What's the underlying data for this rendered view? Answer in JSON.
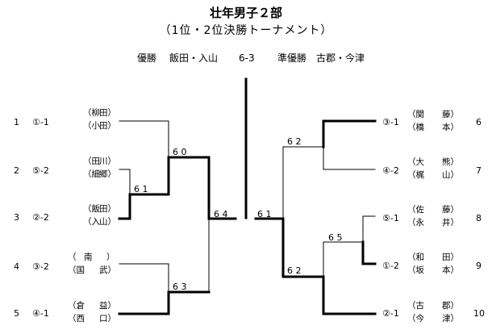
{
  "header": {
    "title": "壮年男子２部",
    "subtitle": "（1位・2位決勝トーナメント）"
  },
  "result": {
    "winner_label": "優勝",
    "winner": "飯田・入山",
    "final_score": "6-3",
    "runner_up_label": "準優勝",
    "runner_up": "古郡・今津"
  },
  "left_entries": [
    {
      "num": "1",
      "seed": "①-1",
      "p1_a": "（柳",
      "p1_b": "田）",
      "p2_a": "（小",
      "p2_b": "田）"
    },
    {
      "num": "2",
      "seed": "⑤-2",
      "p1_a": "（田",
      "p1_b": "川）",
      "p2_a": "（細",
      "p2_b": "郷）"
    },
    {
      "num": "3",
      "seed": "②-2",
      "p1_a": "（飯",
      "p1_b": "田）",
      "p2_a": "（入",
      "p2_b": "山）"
    },
    {
      "num": "4",
      "seed": "③-2",
      "p1_a": "（",
      "p1_m": "南",
      "p1_b": "）",
      "p2_a": "（国",
      "p2_b": "武）"
    },
    {
      "num": "5",
      "seed": "④-1",
      "p1_a": "（倉",
      "p1_b": "益）",
      "p2_a": "（西",
      "p2_b": "口）"
    }
  ],
  "right_entries": [
    {
      "num": "6",
      "seed": "③-1",
      "p1_a": "（関",
      "p1_b": "藤）",
      "p2_a": "（橋",
      "p2_b": "本）"
    },
    {
      "num": "7",
      "seed": "④-2",
      "p1_a": "（大",
      "p1_b": "熊）",
      "p2_a": "（梶",
      "p2_b": "山）"
    },
    {
      "num": "8",
      "seed": "⑤-1",
      "p1_a": "（佐",
      "p1_b": "藤）",
      "p2_a": "（永",
      "p2_b": "井）"
    },
    {
      "num": "9",
      "seed": "①-2",
      "p1_a": "（和",
      "p1_b": "田）",
      "p2_a": "（坂",
      "p2_b": "本）"
    },
    {
      "num": "10",
      "seed": "②-1",
      "p1_a": "（古",
      "p1_b": "郡）",
      "p2_a": "（今",
      "p2_b": "津）"
    }
  ],
  "scores": {
    "l_r1": "6 1",
    "l_semi": "6 0",
    "l_qf2": "6 3",
    "l_final": "6 4",
    "r_final": "6 1",
    "r_top": "6 2",
    "r_r1": "6 5",
    "r_semi": "6 2"
  }
}
